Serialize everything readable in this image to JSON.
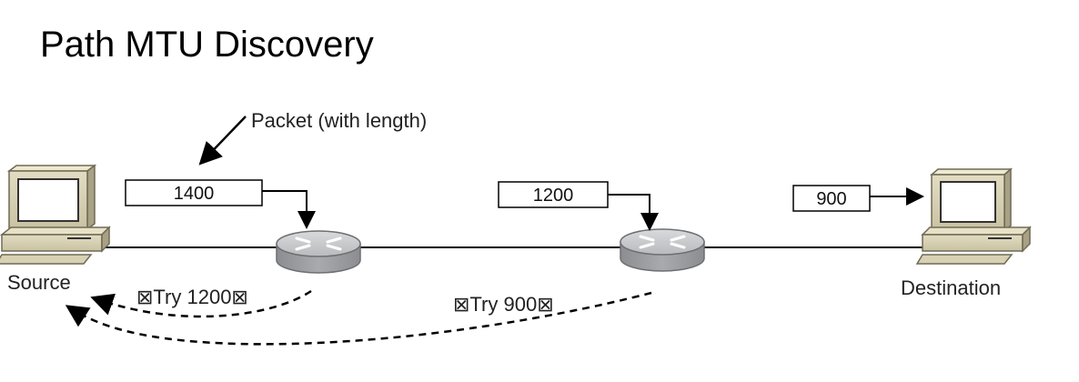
{
  "title": "Path MTU Discovery",
  "annotation": "Packet (with length)",
  "nodes": {
    "source": {
      "label": "Source"
    },
    "destination": {
      "label": "Destination"
    }
  },
  "packets": {
    "first": "1400",
    "second": "1200",
    "third": "900"
  },
  "messages": {
    "try1": "⊠Try 1200⊠",
    "try2": "⊠Try 900⊠"
  },
  "icons": {
    "source": "computer-icon",
    "destination": "computer-icon",
    "router1": "router-icon",
    "router2": "router-icon"
  }
}
